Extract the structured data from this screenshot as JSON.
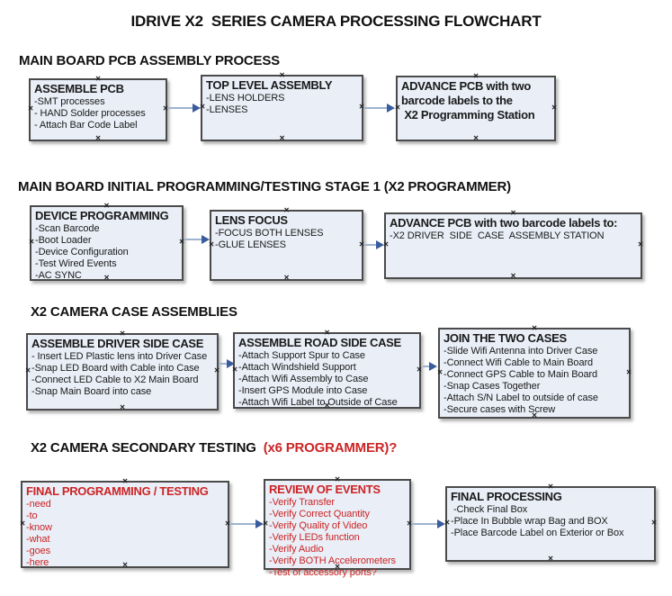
{
  "title": "IDRIVE X2  SERIES CAMERA PROCESSING FLOWCHART",
  "icons": {
    "anchor_glyph": "×",
    "arrow_icon": "right-arrow"
  },
  "colors": {
    "box_fill": "#e9eef7",
    "box_border": "#4a4a4a",
    "arrow_line": "#9db3d1",
    "arrow_head": "#3a5c9c",
    "accent_red": "#cc2424",
    "text": "#1a1a1a"
  },
  "sections": [
    {
      "heading": "MAIN BOARD PCB ASSEMBLY PROCESS",
      "boxes": [
        {
          "title": "ASSEMBLE PCB",
          "lines": [
            "-SMT processes",
            "- HAND Solder processes",
            "- Attach Bar Code Label"
          ]
        },
        {
          "title": "TOP LEVEL ASSEMBLY",
          "lines": [
            "-LENS HOLDERS",
            "-LENSES"
          ]
        },
        {
          "title": "ADVANCE PCB with two\nbarcode labels to the\n X2 Programming Station",
          "lines": []
        }
      ]
    },
    {
      "heading": "MAIN BOARD INITIAL PROGRAMMING/TESTING STAGE 1 (X2 PROGRAMMER)",
      "boxes": [
        {
          "title": "DEVICE PROGRAMMING",
          "lines": [
            "-Scan Barcode",
            "-Boot Loader",
            "-Device Configuration",
            "-Test Wired Events",
            "-AC SYNC"
          ]
        },
        {
          "title": "LENS FOCUS",
          "lines": [
            "-FOCUS BOTH LENSES",
            "-GLUE LENSES"
          ]
        },
        {
          "title": "ADVANCE PCB with two barcode labels to:",
          "lines": [
            "-X2 DRIVER  SIDE  CASE  ASSEMBLY STATION"
          ]
        }
      ]
    },
    {
      "heading": "X2 CAMERA CASE ASSEMBLIES",
      "boxes": [
        {
          "title": "ASSEMBLE DRIVER SIDE CASE",
          "lines": [
            "- Insert LED Plastic lens into Driver Case",
            "-Snap LED Board with Cable into Case",
            "-Connect LED Cable to X2 Main Board",
            "-Snap Main Board into case"
          ]
        },
        {
          "title": "ASSEMBLE ROAD SIDE CASE",
          "lines": [
            "-Attach Support Spur to Case",
            "-Attach Windshield Support",
            "-Attach Wifi Assembly to Case",
            "-Insert GPS Module into Case",
            "-Attach Wifi Label to Outside of Case"
          ]
        },
        {
          "title": "JOIN THE TWO CASES",
          "lines": [
            "-Slide Wifi Antenna into Driver Case",
            "-Connect Wifi Cable to Main Board",
            "-Connect GPS Cable to Main Board",
            "-Snap Cases Together",
            "-Attach S/N Label to outside of case",
            "-Secure cases with Screw"
          ]
        }
      ]
    },
    {
      "heading": "X2 CAMERA SECONDARY TESTING  ",
      "heading_red": "(x6 PROGRAMMER)?",
      "boxes": [
        {
          "title": "FINAL PROGRAMMING / TESTING",
          "lines": [
            "-need",
            "-to",
            "-know",
            "-what",
            "-goes",
            "-here"
          ]
        },
        {
          "title": "REVIEW OF EVENTS",
          "lines": [
            "-Verify Transfer",
            "-Verify Correct Quantity",
            "-Verify Quality of Video",
            "-Verify LEDs function",
            "-Verify Audio",
            "-Verify BOTH Accelerometers",
            "-Test of accessory ports?"
          ]
        },
        {
          "title": "FINAL PROCESSING",
          "lines": [
            " -Check Final Box",
            "-Place In Bubble wrap Bag and BOX",
            "-Place Barcode Label on Exterior or Box"
          ]
        }
      ]
    }
  ]
}
